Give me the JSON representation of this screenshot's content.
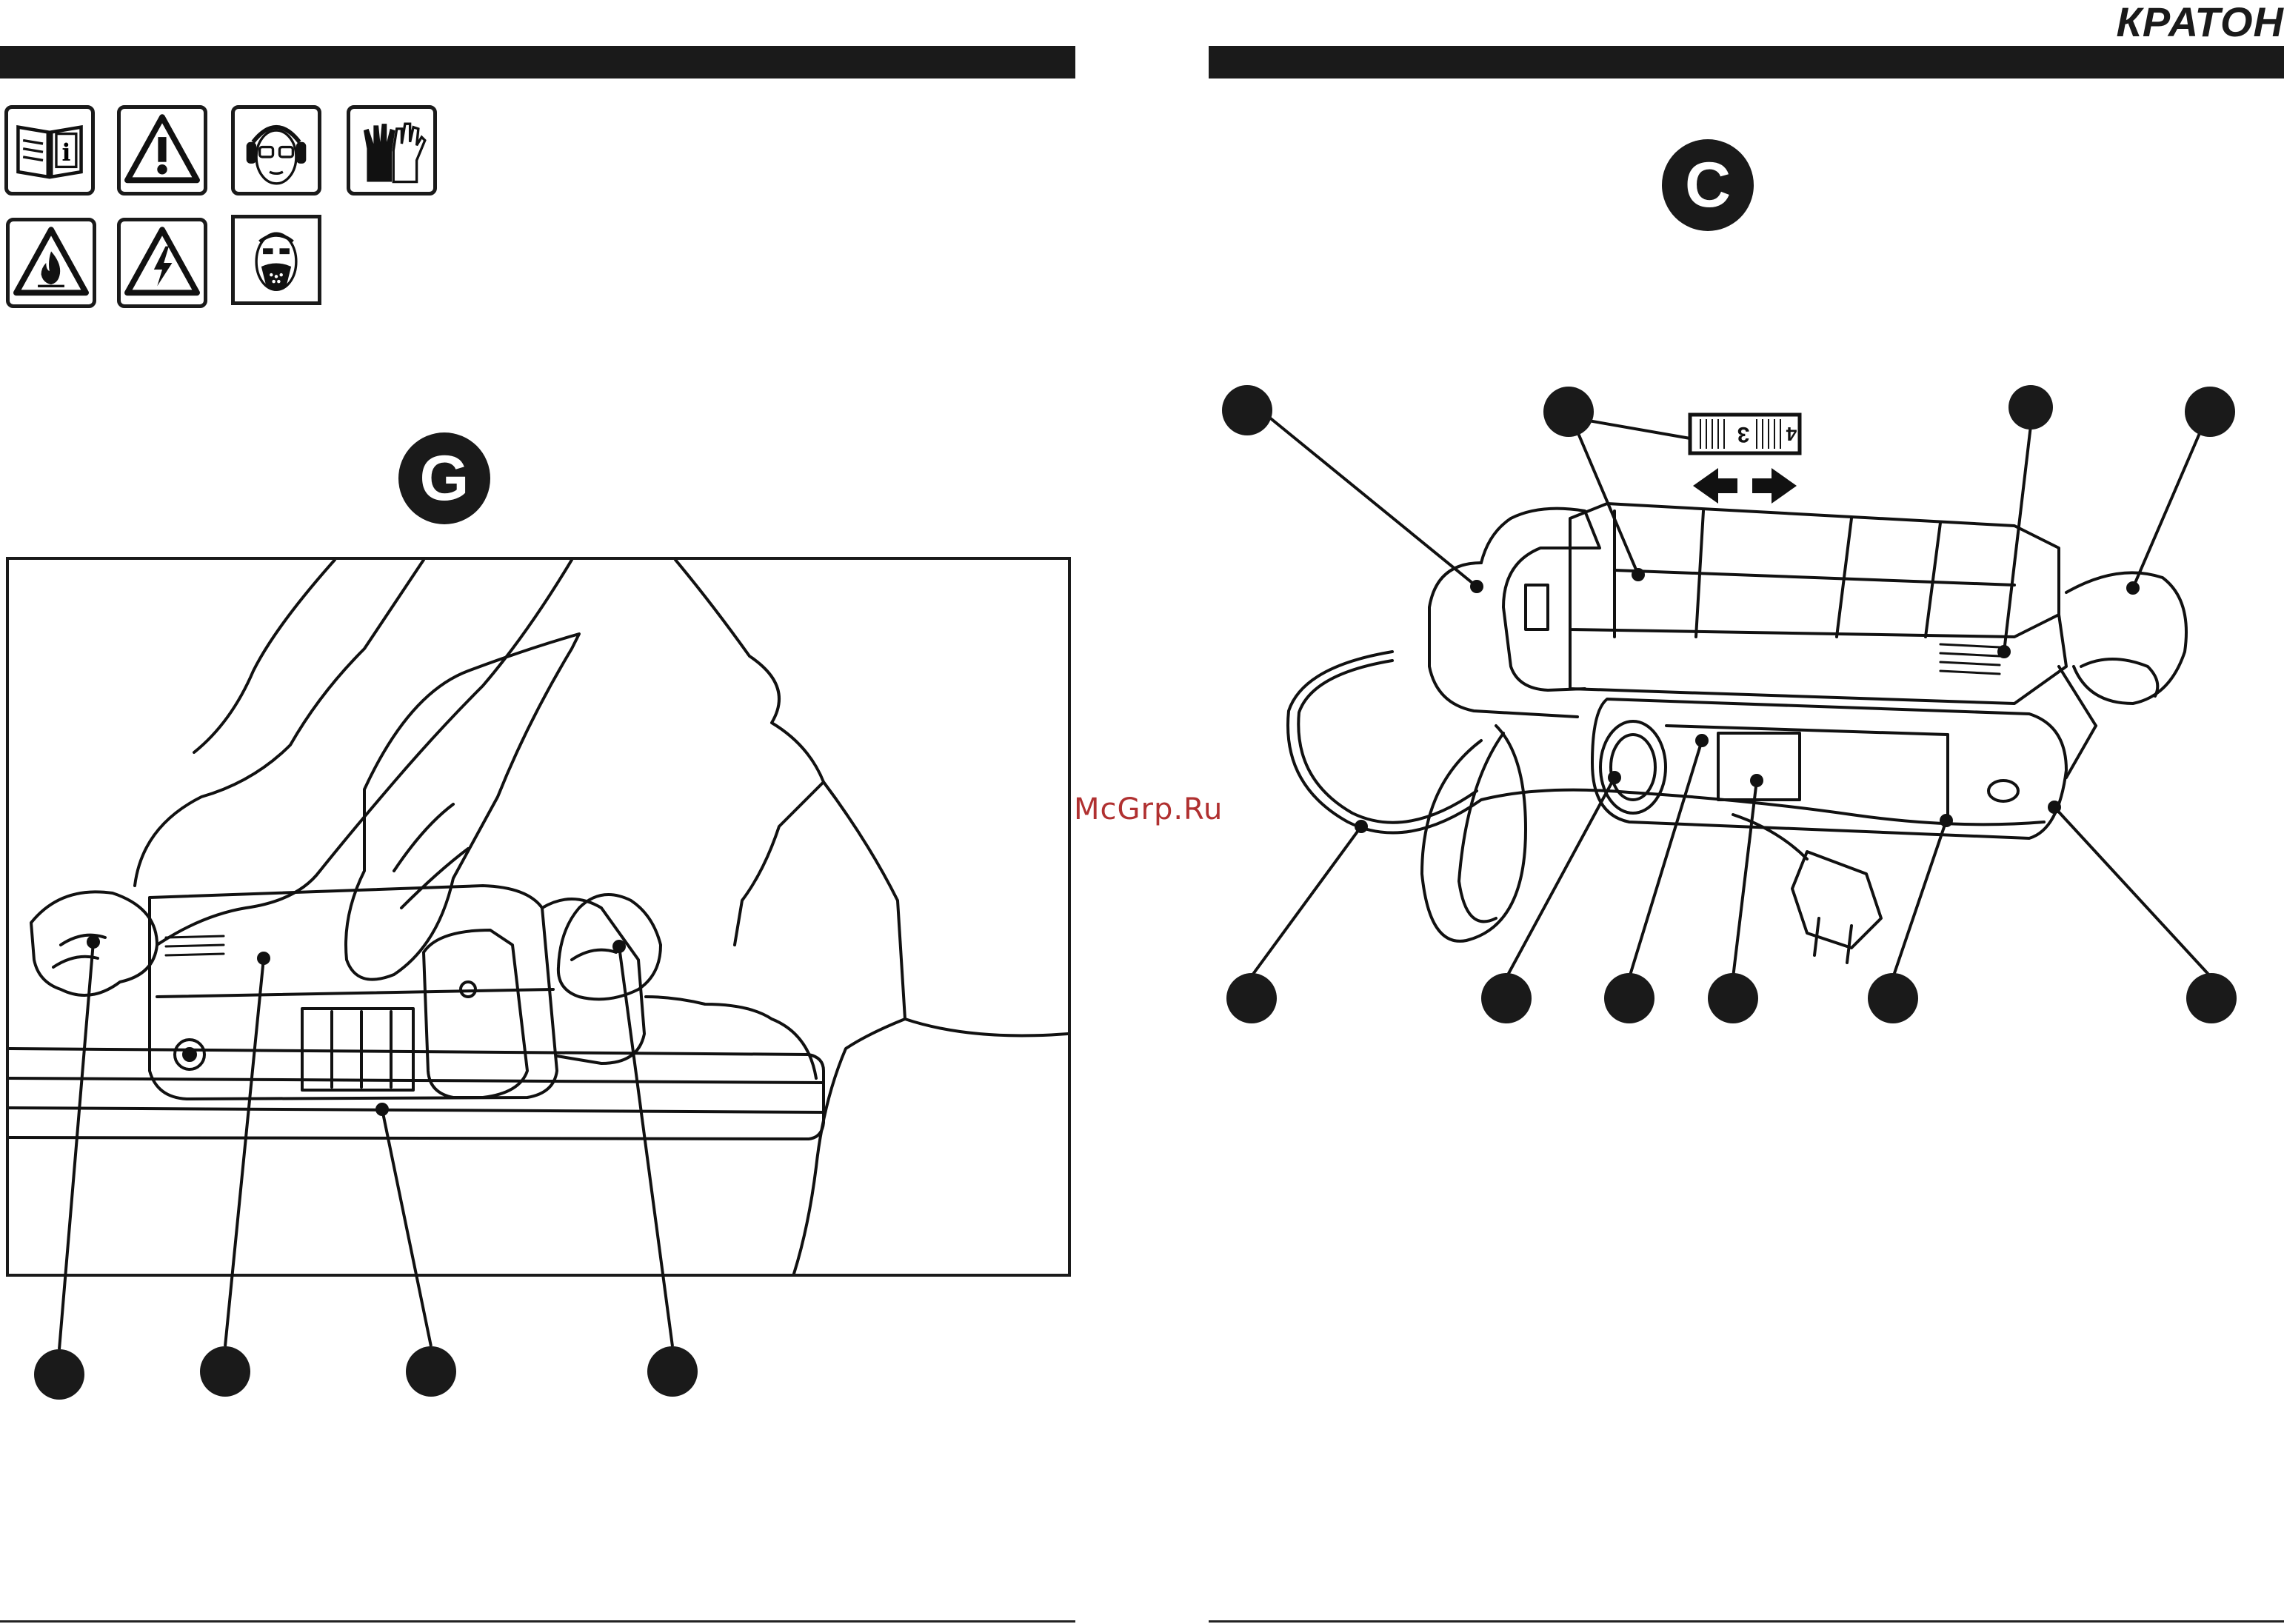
{
  "header": {
    "brand": "КРАТОН"
  },
  "figures": {
    "g": {
      "label": "G"
    },
    "c": {
      "label": "C"
    }
  },
  "safety_icons": [
    {
      "icon": "read-manual-icon"
    },
    {
      "icon": "general-warning-icon"
    },
    {
      "icon": "ear-eye-protection-icon"
    },
    {
      "icon": "gloves-icon"
    },
    {
      "icon": "fire-hazard-icon"
    },
    {
      "icon": "electric-hazard-icon"
    },
    {
      "icon": "dust-mask-icon"
    }
  ],
  "belt_scale": {
    "marks": [
      "3",
      "4"
    ]
  },
  "watermark": "McGrp.Ru"
}
